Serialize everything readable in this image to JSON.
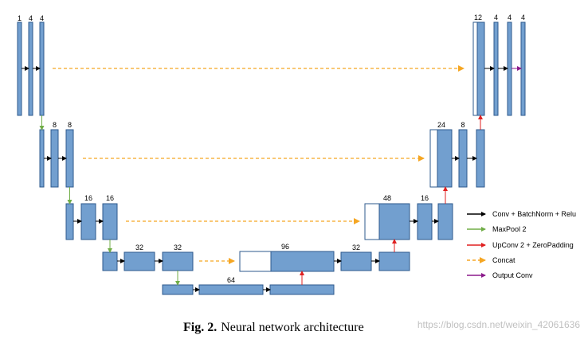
{
  "labels": {
    "l1": [
      "1",
      "4",
      "4"
    ],
    "l2": [
      "8",
      "8"
    ],
    "l3": [
      "16",
      "16"
    ],
    "l4": [
      "32",
      "32"
    ],
    "bottom": "64",
    "d4": [
      "96",
      "32"
    ],
    "d3": [
      "48",
      "16"
    ],
    "d2": [
      "24",
      "8"
    ],
    "d1": [
      "12",
      "4",
      "4",
      "4"
    ]
  },
  "legend": [
    {
      "label": "Conv + BatchNorm + Relu",
      "color": "#000000",
      "style": "solid",
      "icon": "black-arrow-icon"
    },
    {
      "label": "MaxPool 2",
      "color": "#70ad47",
      "style": "solid",
      "icon": "green-arrow-icon"
    },
    {
      "label": "UpConv 2 + ZeroPadding",
      "color": "#e02020",
      "style": "solid",
      "icon": "red-arrow-icon"
    },
    {
      "label": "Concat",
      "color": "#f5a623",
      "style": "dashed",
      "icon": "orange-dashed-arrow-icon"
    },
    {
      "label": "Output Conv",
      "color": "#8b1a8b",
      "style": "solid",
      "icon": "purple-arrow-icon"
    }
  ],
  "caption": {
    "fig": "Fig. 2.",
    "text": "Neural network architecture"
  },
  "watermark": "https://blog.csdn.net/weixin_42061636",
  "colors": {
    "block": "#729fcf",
    "block_border": "#2e5a8c"
  }
}
